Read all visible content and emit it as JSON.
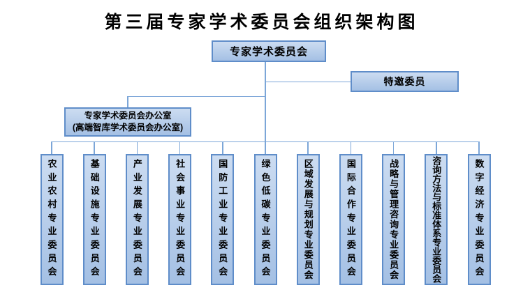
{
  "title": "第三届专家学术委员会组织架构图",
  "colors": {
    "box_fill_top": "#ccdcf1",
    "box_fill_bottom": "#a4c0e4",
    "box_border": "#5f8dc9",
    "connector": "#7ca6d8",
    "text": "#000000",
    "background": "#ffffff"
  },
  "root": {
    "label": "专家学术委员会"
  },
  "invited": {
    "label": "特邀委员"
  },
  "office": {
    "line1": "专家学术委员会办公室",
    "line2": "(高端智库学术委员会办公室)"
  },
  "committees": [
    {
      "name": "农业农村专业委员会"
    },
    {
      "name": "基础设施专业委员会"
    },
    {
      "name": "产业发展专业委员会"
    },
    {
      "name": "社会事业专业委员会"
    },
    {
      "name": "国防工业专业委员会"
    },
    {
      "name": "绿色低碳专业委员会"
    },
    {
      "name": "区域发展与规划专业委员会"
    },
    {
      "name": "国际合作专业委员会"
    },
    {
      "name": "战略与管理咨询专业委员会"
    },
    {
      "name": "咨询方法与标准体系专业委员会"
    },
    {
      "name": "数字经济专业委员会"
    }
  ]
}
